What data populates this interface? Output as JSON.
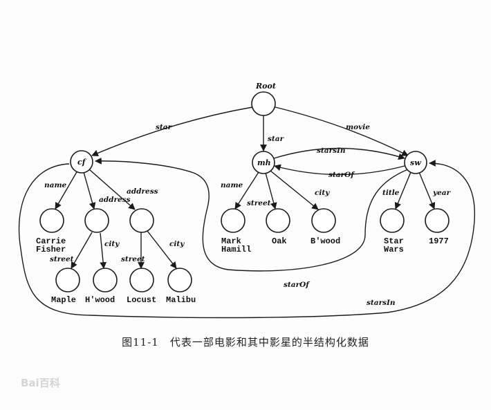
{
  "nodes": {
    "root": "Root",
    "cf": "cf",
    "mh": "mh",
    "sw": "sw"
  },
  "edges": {
    "root_cf": "star",
    "root_mh": "star",
    "root_sw": "movie",
    "mh_sw": "starsIn",
    "sw_mh": "starOf",
    "cf_name": "name",
    "cf_address1": "address",
    "cf_address2": "address",
    "addr1_street": "street",
    "addr1_city": "city",
    "addr2_street": "street",
    "addr2_city": "city",
    "mh_name": "name",
    "mh_street": "street",
    "mh_city": "city",
    "sw_title": "title",
    "sw_year": "year",
    "curve_starOf": "starOf",
    "curve_starsIn": "starsIn"
  },
  "leaves": {
    "carrie_fisher": [
      "Carrie",
      "Fisher"
    ],
    "maple": "Maple",
    "hwood1": "H'wood",
    "locust": "Locust",
    "malibu": "Malibu",
    "mark_hamill": [
      "Mark",
      "Hamill"
    ],
    "oak": "Oak",
    "bwood": "B'wood",
    "star_wars": [
      "Star",
      "Wars"
    ],
    "year": "1977"
  },
  "caption": "图11-1　代表一部电影和其中影星的半结构化数据",
  "watermark": "Bai百科"
}
